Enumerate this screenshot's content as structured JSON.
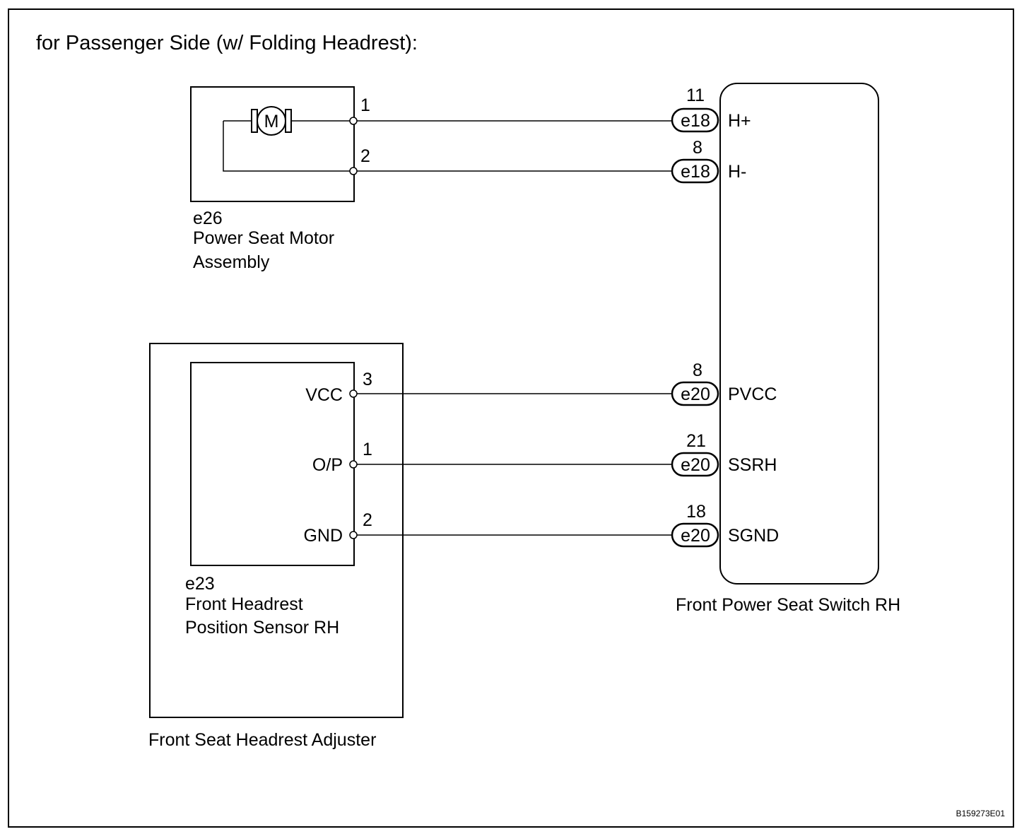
{
  "title": "for Passenger Side (w/ Folding Headrest):",
  "motor_assembly": {
    "code": "e26",
    "name_line1": "Power Seat Motor",
    "name_line2": "Assembly",
    "motor_symbol": "M",
    "pin1": "1",
    "pin2": "2"
  },
  "headrest_adjuster": {
    "label": "Front Seat Headrest Adjuster"
  },
  "position_sensor": {
    "code": "e23",
    "name_line1": "Front Headrest",
    "name_line2": "Position Sensor RH",
    "pins": [
      {
        "label": "VCC",
        "number": "3"
      },
      {
        "label": "O/P",
        "number": "1"
      },
      {
        "label": "GND",
        "number": "2"
      }
    ]
  },
  "switch": {
    "name": "Front Power Seat Switch RH",
    "terminals": [
      {
        "pin": "11",
        "connector": "e18",
        "signal": "H+"
      },
      {
        "pin": "8",
        "connector": "e18",
        "signal": "H-"
      },
      {
        "pin": "8",
        "connector": "e20",
        "signal": "PVCC"
      },
      {
        "pin": "21",
        "connector": "e20",
        "signal": "SSRH"
      },
      {
        "pin": "18",
        "connector": "e20",
        "signal": "SGND"
      }
    ]
  },
  "figure_id": "B159273E01"
}
